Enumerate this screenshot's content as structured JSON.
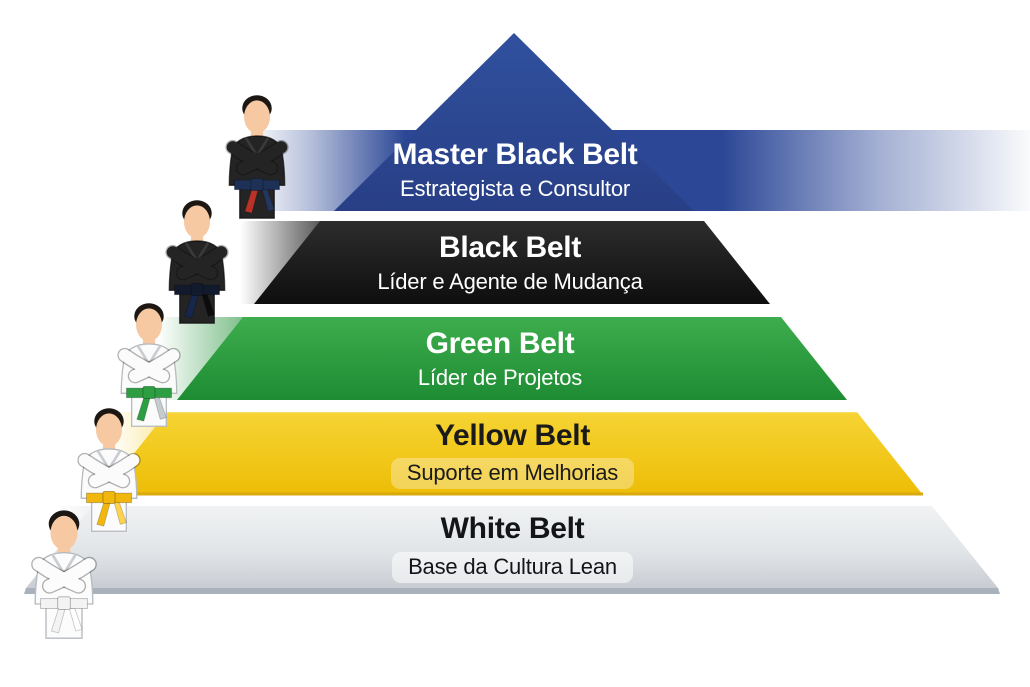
{
  "diagram": {
    "type": "pyramid",
    "subject": "Lean Six Sigma belt hierarchy",
    "levels": [
      {
        "id": "master-black-belt",
        "title": "Master Black Belt",
        "subtitle": "Estrategista e Consultor",
        "band_color": "#2b4795",
        "text_color": "#ffffff",
        "figure": "martial-artist-black-gi-red-navy-belt"
      },
      {
        "id": "black-belt",
        "title": "Black Belt",
        "subtitle": "Líder e Agente de Mudança",
        "band_color": "#1a1a1a",
        "text_color": "#ffffff",
        "figure": "martial-artist-black-gi-black-belt"
      },
      {
        "id": "green-belt",
        "title": "Green Belt",
        "subtitle": "Líder de Projetos",
        "band_color": "#2a9640",
        "text_color": "#ffffff",
        "figure": "martial-artist-white-gi-green-belt"
      },
      {
        "id": "yellow-belt",
        "title": "Yellow Belt",
        "subtitle": "Suporte em Melhorias",
        "band_color": "#f2c712",
        "text_color": "#1a1a1a",
        "figure": "martial-artist-white-gi-yellow-belt"
      },
      {
        "id": "white-belt",
        "title": "White Belt",
        "subtitle": "Base da Cultura Lean",
        "band_color": "#dfe2e6",
        "text_color": "#141519",
        "figure": "martial-artist-white-gi-white-belt"
      }
    ]
  }
}
